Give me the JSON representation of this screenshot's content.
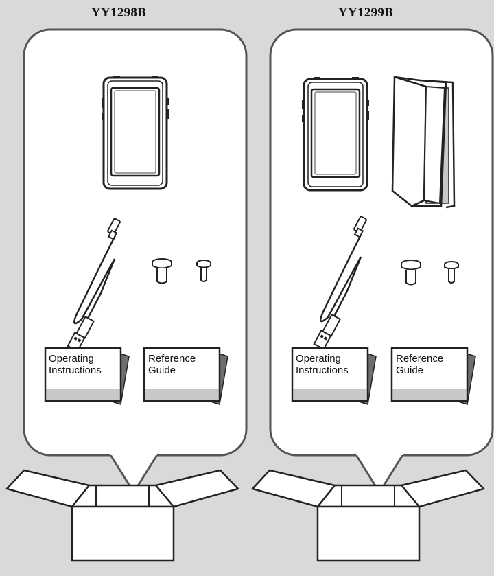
{
  "panels": [
    {
      "model": "YY1298B",
      "has_case": false,
      "documents": {
        "left": "Operating\nInstructions",
        "right": "Reference\nGuide"
      }
    },
    {
      "model": "YY1299B",
      "has_case": true,
      "documents": {
        "left": "Operating\nInstructions",
        "right": "Reference\nGuide"
      }
    }
  ],
  "icons": [
    "walkman-player-icon",
    "usb-cable-icon",
    "screw-icon",
    "book-case-icon",
    "open-box-icon"
  ],
  "colors": {
    "background": "#d9d9da",
    "bubble_fill": "#ffffff",
    "stroke": "#222222",
    "doc_shade": "#c8c8c8",
    "doc_fold": "#6e6e6e"
  }
}
